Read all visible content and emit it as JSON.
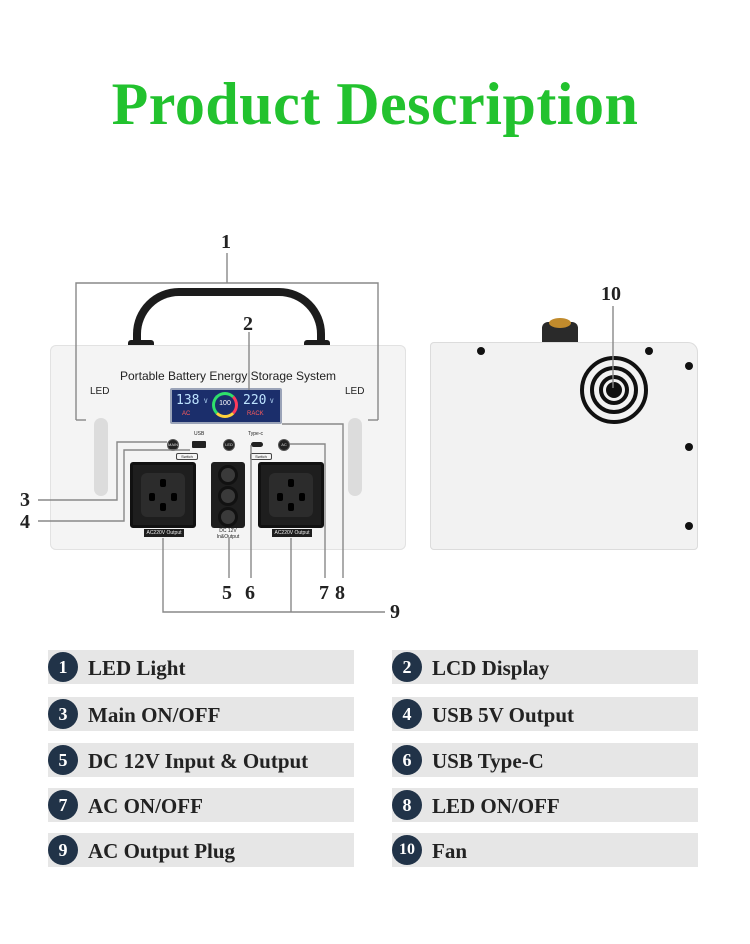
{
  "title": "Product Description",
  "device": {
    "front_label": "Portable Battery Energy Storage System",
    "led_left": "LED",
    "led_right": "LED",
    "lcd": {
      "left_value": "138",
      "left_unit": "V",
      "percent": "100",
      "right_value": "220",
      "right_unit": "V",
      "left_tag": "AC",
      "right_tag": "RACK"
    },
    "small_labels": {
      "usb": "USB",
      "led": "LED",
      "typec": "Type-c",
      "ac": "AC",
      "main": "MAIN",
      "switch_left": "Switch",
      "switch_right": "Switch"
    },
    "ac_left_caption": "AC220V Output",
    "ac_right_caption": "AC220V Output",
    "dc_caption_line1": "DC 12V",
    "dc_caption_line2": "In&Output"
  },
  "callouts": [
    "1",
    "2",
    "3",
    "4",
    "5",
    "6",
    "7",
    "8",
    "9",
    "10"
  ],
  "legend": [
    {
      "number": "1",
      "label": "LED Light"
    },
    {
      "number": "2",
      "label": "LCD Display"
    },
    {
      "number": "3",
      "label": "Main ON/OFF"
    },
    {
      "number": "4",
      "label": "USB 5V Output"
    },
    {
      "number": "5",
      "label": "DC 12V Input & Output"
    },
    {
      "number": "6",
      "label": "USB Type-C"
    },
    {
      "number": "7",
      "label": "AC ON/OFF"
    },
    {
      "number": "8",
      "label": "LED ON/OFF"
    },
    {
      "number": "9",
      "label": "AC Output Plug"
    },
    {
      "number": "10",
      "label": "Fan"
    }
  ]
}
